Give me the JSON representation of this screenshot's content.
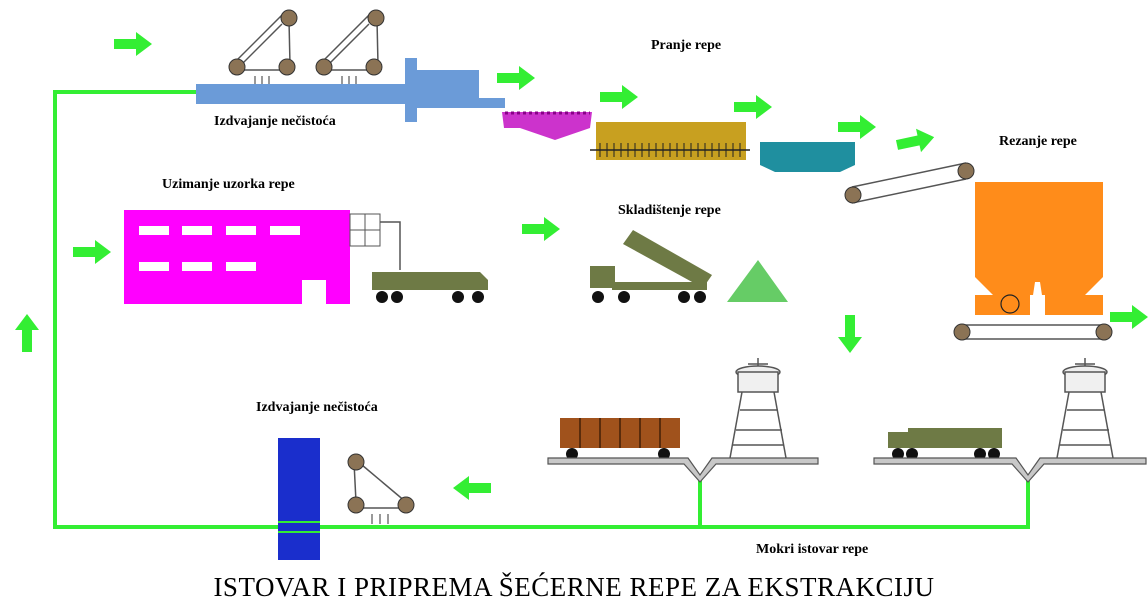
{
  "labels": {
    "izdvajanje_top": "Izdvajanje nečistoća",
    "pranje": "Pranje repe",
    "rezanje": "Rezanje repe",
    "uzimanje": "Uzimanje uzorka repe",
    "skladistenje": "Skladištenje repe",
    "izdvajanje_bottom": "Izdvajanje nečistoća",
    "mokri": "Mokri istovar repe"
  },
  "title": "ISTOVAR I PRIPREMA ŠEĆERNE REPE ZA EKSTRAKCIJU",
  "colors": {
    "arrow": "#33ee33",
    "pipe": "#33ee33",
    "separator_blue": "#6b9bd8",
    "washer_magenta": "#cc33cc",
    "washer_gold": "#c8a020",
    "washer_teal": "#1f8f9f",
    "cutter_orange": "#ff8c1a",
    "sampling_building": "#ff00ff",
    "truck_olive": "#6e7a45",
    "pile_green": "#66cc66",
    "railcar_brown": "#a0521c",
    "blue_separator": "#1a2ecc"
  }
}
